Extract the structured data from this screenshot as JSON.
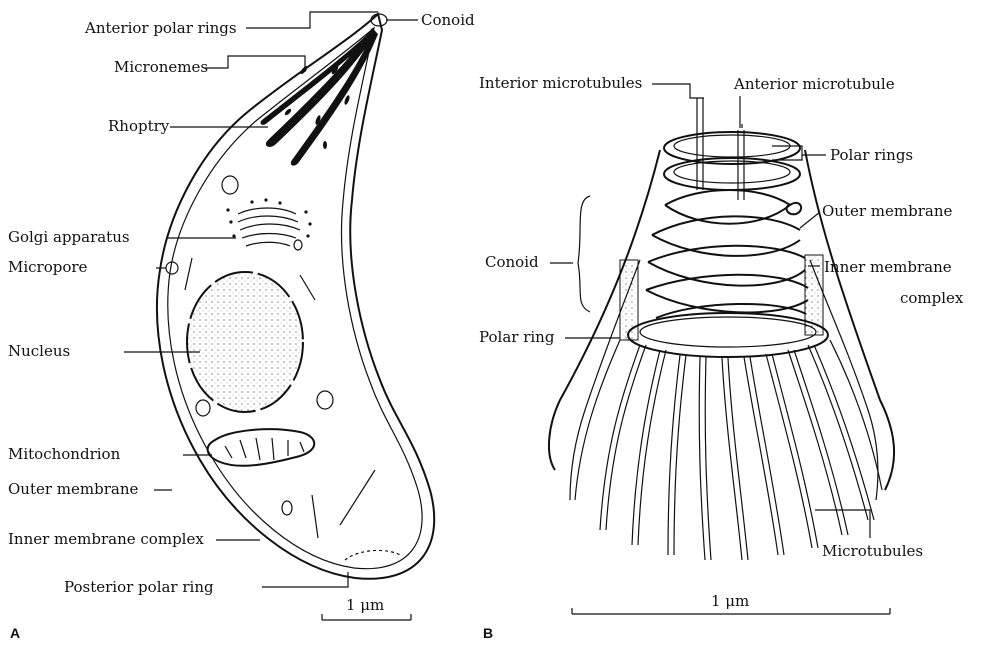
{
  "panel_a": {
    "panel_label": "A",
    "labels": {
      "anterior_polar_rings": "Anterior polar rings",
      "conoid": "Conoid",
      "micronemes": "Micronemes",
      "rhoptry": "Rhoptry",
      "golgi": "Golgi apparatus",
      "micropore": "Micropore",
      "nucleus": "Nucleus",
      "mitochondrion": "Mitochondrion",
      "outer_membrane": "Outer membrane",
      "inner_membrane_complex": "Inner membrane complex",
      "posterior_polar_ring": "Posterior polar ring"
    },
    "scale_bar": "1 μm"
  },
  "panel_b": {
    "panel_label": "B",
    "labels": {
      "interior_microtubules": "Interior microtubules",
      "anterior_microtubule": "Anterior microtubule",
      "polar_rings": "Polar rings",
      "outer_membrane": "Outer membrane",
      "conoid": "Conoid",
      "inner_membrane_line1": "Inner membrane",
      "inner_membrane_line2": "complex",
      "polar_ring": "Polar ring",
      "microtubules": "Microtubules"
    },
    "scale_bar": "1 μm"
  }
}
